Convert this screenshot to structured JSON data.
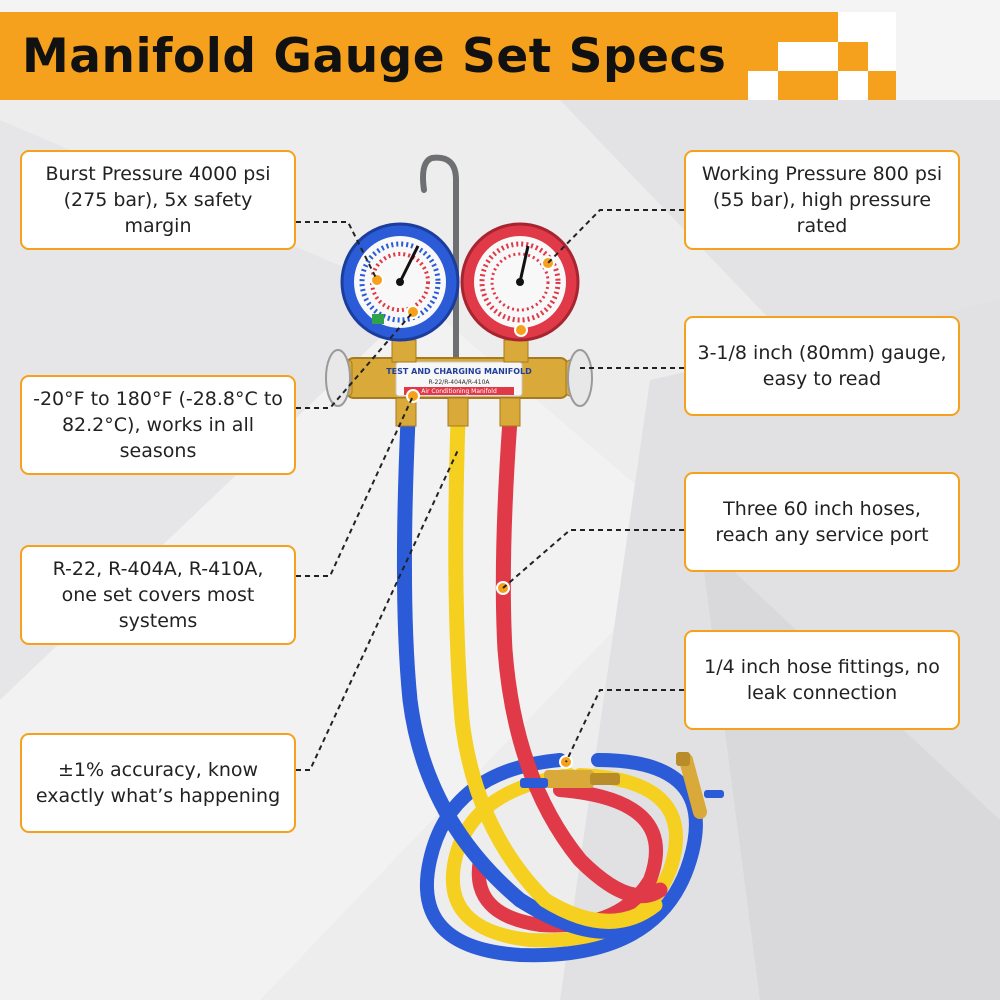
{
  "title": "Manifold Gauge Set Specs",
  "callouts": {
    "burst": "Burst Pressure 4000 psi (275 bar), 5x safety margin",
    "temperature": "-20°F to 180°F (-28.8°C to 82.2°C), works in all seasons",
    "refrigerants": "R-22, R-404A, R-410A, one set covers most systems",
    "accuracy": "±1% accuracy, know exactly what’s happening",
    "working": "Working Pressure 800 psi (55 bar), high pressure rated",
    "gauge_size": "3-1/8 inch (80mm) gauge, easy to read",
    "hoses": "Three 60 inch hoses, reach any service port",
    "fittings": "1/4 inch hose fittings, no leak connection"
  },
  "product_labels": {
    "manifold_label": "TEST AND CHARGING MANIFOLD",
    "manifold_refrigerants": "R-22/R-404A/R-410A",
    "manifold_sub": "Air Conditioning Manifold"
  },
  "colors": {
    "accent": "#f5a11d",
    "low_side": "#2b5bd7",
    "high_side": "#e03a48",
    "utility": "#f5d020",
    "brass": "#d9a93a"
  }
}
